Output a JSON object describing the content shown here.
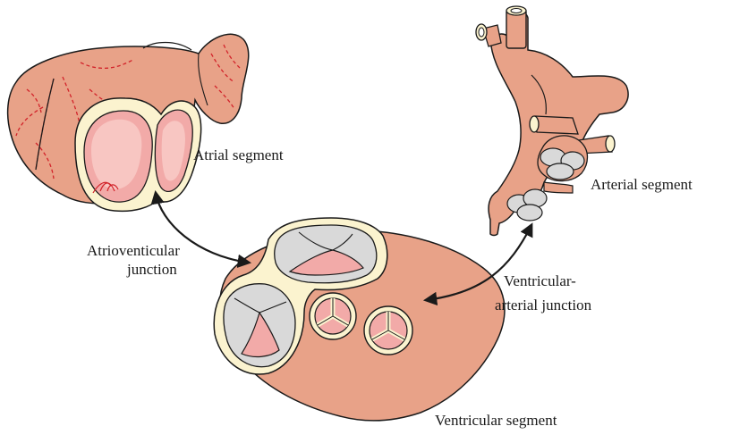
{
  "labels": {
    "atrial": "Atrial segment",
    "arterial": "Arterial segment",
    "av_line1": "Atrioventicular",
    "av_line2": "junction",
    "va_line1": "Ventricular-",
    "va_line2": "arterial junction",
    "ventricular": "Ventricular segment"
  },
  "colors": {
    "tissue": "#e8a288",
    "tissue_dark": "#d98d74",
    "annulus": "#fbf3cf",
    "leaflet": "#d9d9d9",
    "pink": "#f2aaa8",
    "outline": "#1a1a1a",
    "vessel_red": "#d2232a"
  }
}
